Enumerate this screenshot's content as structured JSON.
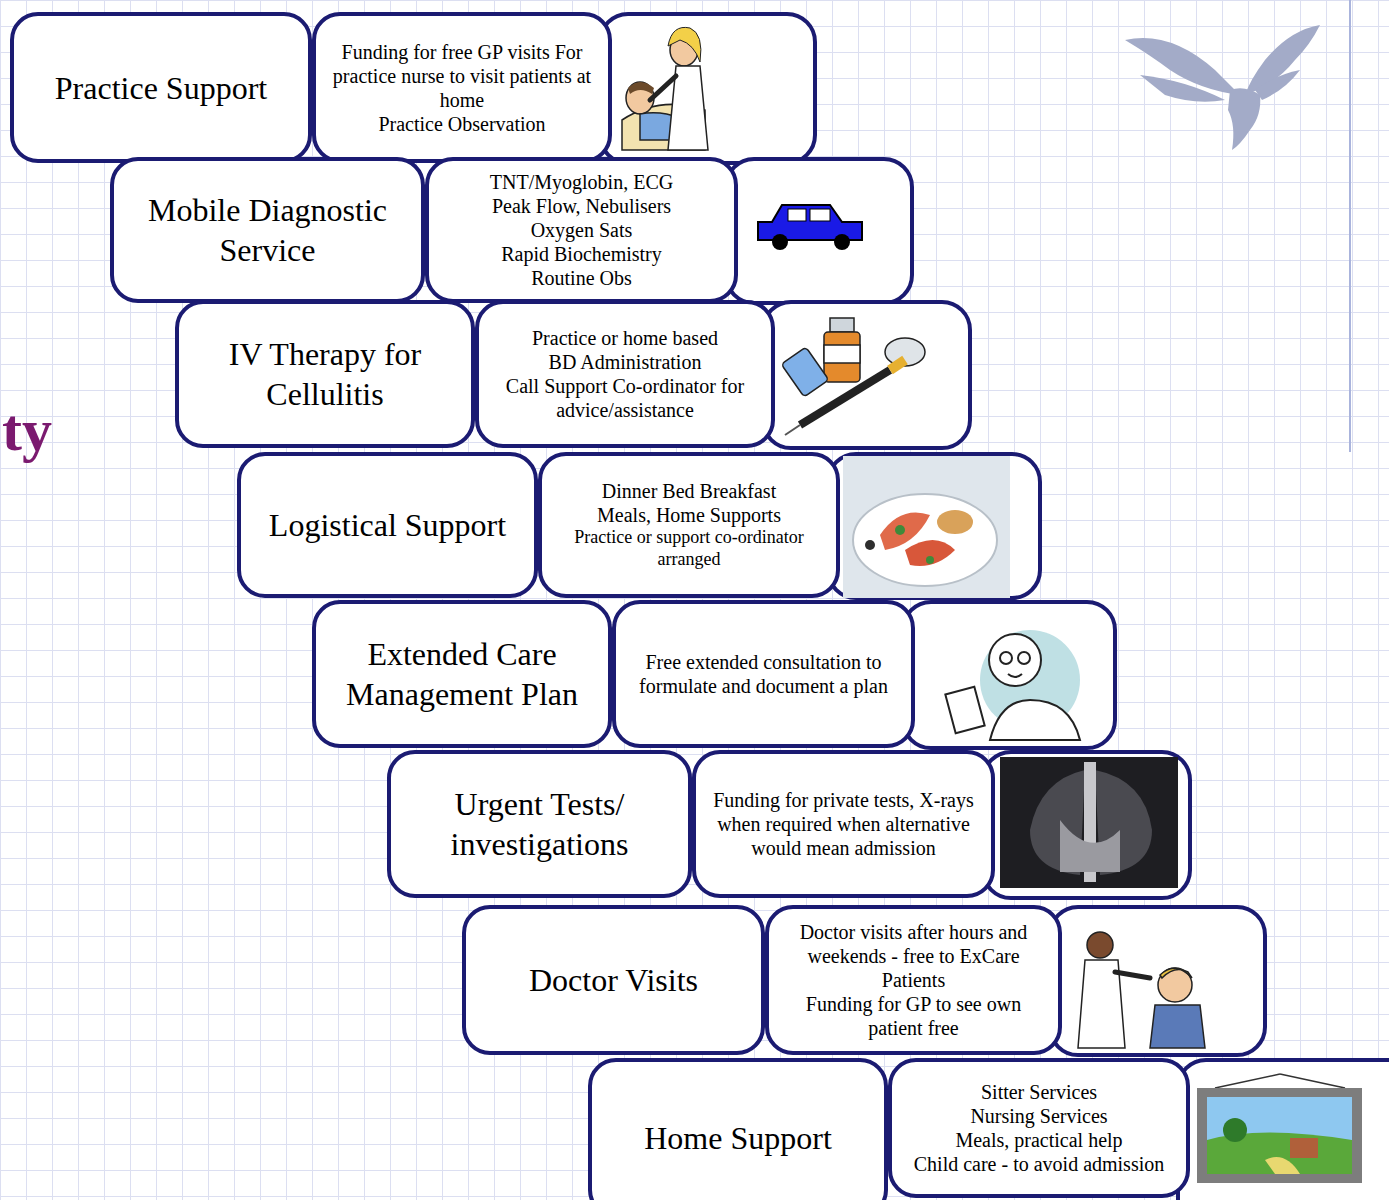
{
  "diagram": {
    "nodes": [
      {
        "text": [
          "Practice Support"
        ]
      },
      {
        "text": [
          "Funding for free GP visits For practice nurse to visit patients at home",
          "Practice Observation"
        ]
      },
      {
        "text": [
          "Mobile Diagnostic Service"
        ]
      },
      {
        "text": [
          "TNT/Myoglobin, ECG",
          "Peak Flow, Nebulisers",
          "Oxygen Sats",
          "Rapid Biochemistry",
          "Routine Obs"
        ]
      },
      {
        "text": [
          "IV Therapy for Cellulitis"
        ]
      },
      {
        "text": [
          "Practice or home based",
          "BD Administration",
          "Call Support Co-ordinator for advice/assistance"
        ]
      },
      {
        "text": [
          "Logistical Support"
        ]
      },
      {
        "text": [
          "Dinner Bed Breakfast",
          "Meals, Home Supports",
          "Practice or support co-ordinator arranged"
        ]
      },
      {
        "text": [
          "Extended Care Management Plan"
        ]
      },
      {
        "text": [
          "Free extended consultation to formulate and document a plan"
        ]
      },
      {
        "text": [
          "Urgent Tests/ investigations"
        ]
      },
      {
        "text": [
          "Funding for private tests, X-rays when required when alternative would mean admission"
        ]
      },
      {
        "text": [
          "Doctor Visits"
        ]
      },
      {
        "text": [
          "Doctor visits after hours and weekends - free to ExCare Patients",
          "Funding for GP to see own patient free"
        ]
      },
      {
        "text": [
          "Home Support"
        ]
      },
      {
        "text": [
          "Sitter Services",
          "Nursing Services",
          "Meals, practical help",
          "Child care - to avoid admission"
        ]
      }
    ],
    "labels": [
      "ty"
    ]
  }
}
